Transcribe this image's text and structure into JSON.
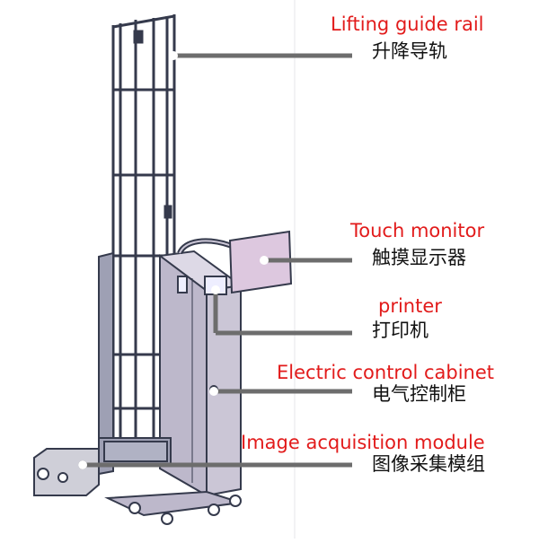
{
  "colors": {
    "frame": "#353a4c",
    "panel": "#cbc6d6",
    "panel_light": "#ddd9e6",
    "leader": "#6d6d6d",
    "english_label": "#e21b1b",
    "chinese_label": "#111111"
  },
  "parts": [
    {
      "en": "Lifting guide rail",
      "zh": "升降导轨"
    },
    {
      "en": "Touch monitor",
      "zh": "触摸显示器"
    },
    {
      "en": "printer",
      "zh": "打印机"
    },
    {
      "en": "Electric control cabinet",
      "zh": "电气控制柜"
    },
    {
      "en": "Image acquisition module",
      "zh": "图像采集模组"
    }
  ]
}
